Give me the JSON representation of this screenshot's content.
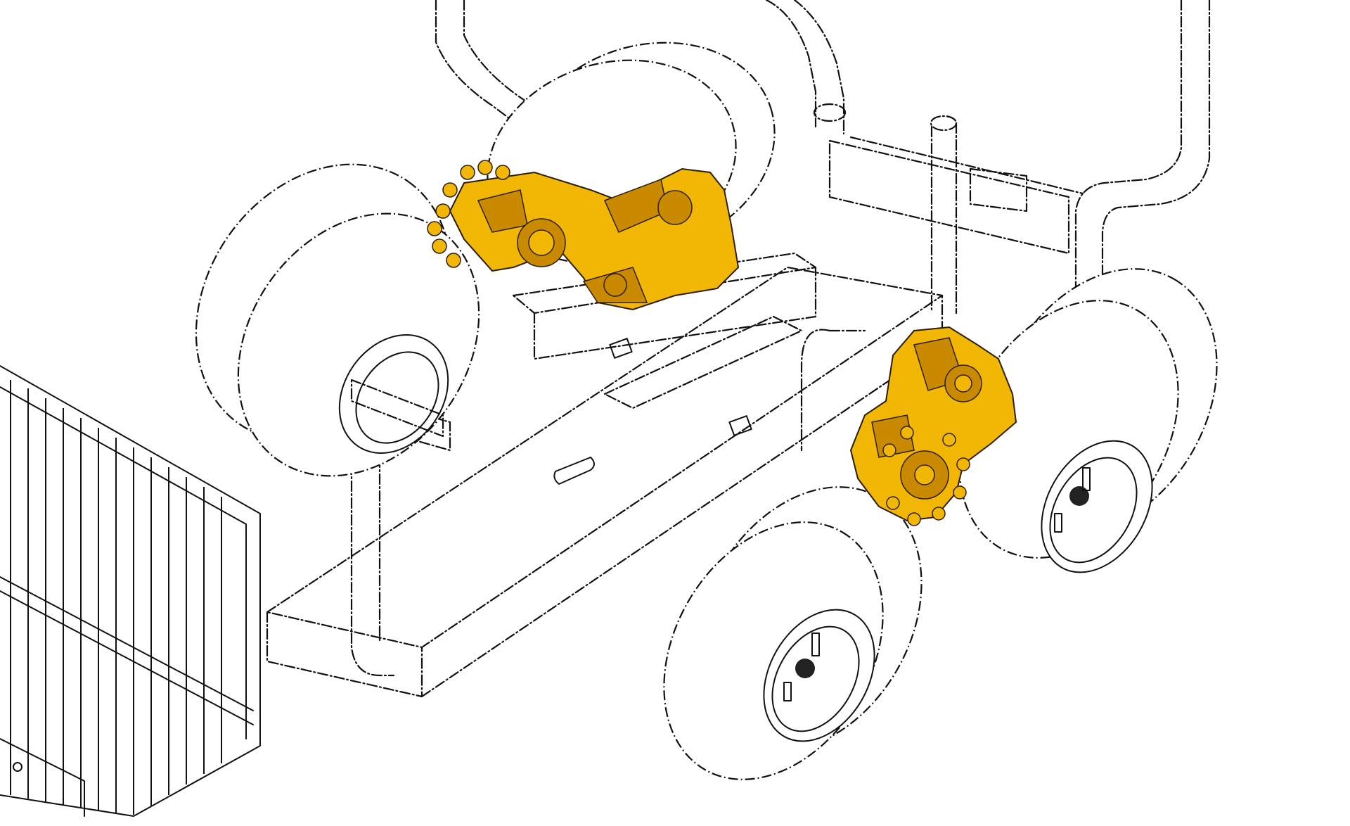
{
  "image": {
    "kind": "technical line drawing",
    "style": "dash-dot outlines on white background",
    "highlight_color": "#f2b705",
    "line_color": "#111111",
    "background": "#ffffff"
  },
  "parts": [
    {
      "id": "front-grille",
      "highlighted": false
    },
    {
      "id": "chassis-frame",
      "highlighted": false
    },
    {
      "id": "left-front-wheel",
      "highlighted": false
    },
    {
      "id": "left-rear-wheel",
      "highlighted": false
    },
    {
      "id": "right-front-wheel",
      "highlighted": false
    },
    {
      "id": "right-rear-wheel",
      "highlighted": false
    },
    {
      "id": "stake-posts",
      "highlighted": false
    },
    {
      "id": "left-bogie-drive-assembly",
      "highlighted": true
    },
    {
      "id": "right-bogie-drive-assembly",
      "highlighted": true
    }
  ]
}
